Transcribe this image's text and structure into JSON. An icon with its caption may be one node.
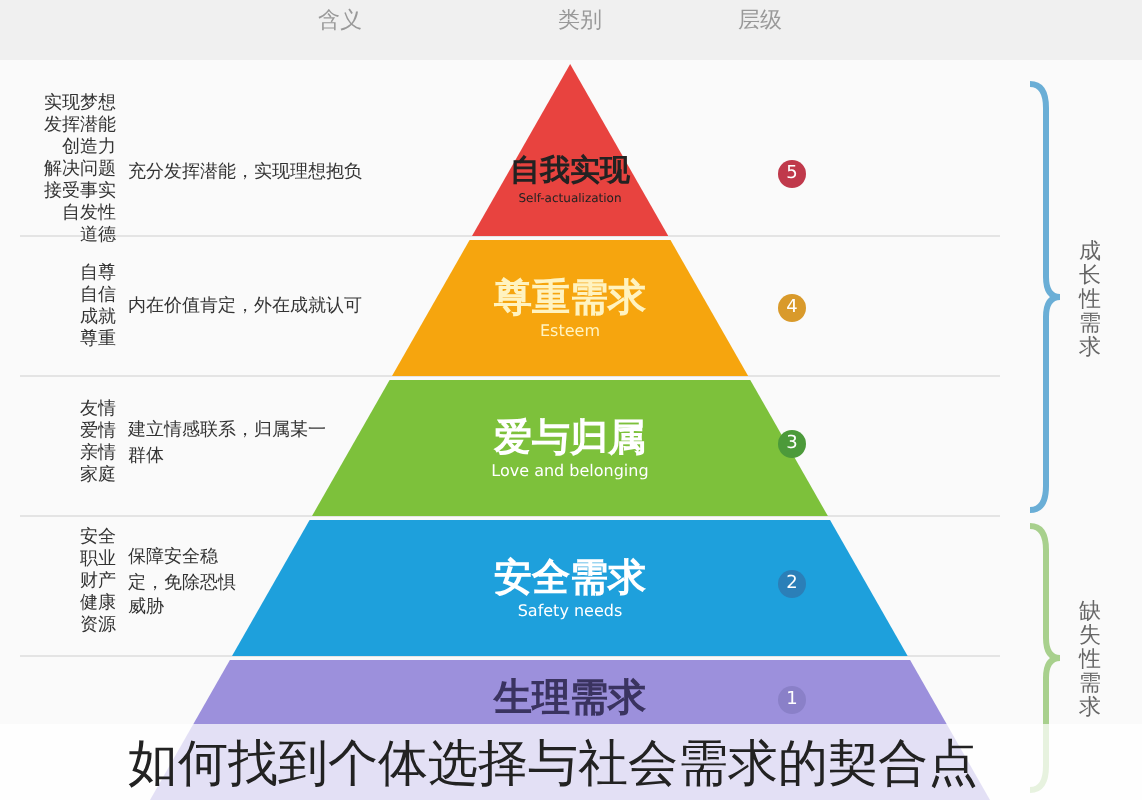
{
  "diagram": {
    "caption": "如何找到个体选择与社会需求的契合点",
    "nodes": [
      {
        "text": [
          "自我实现",
          "Self-actualization"
        ]
      },
      {
        "text": [
          "尊重需求",
          "Esteem"
        ]
      },
      {
        "text": [
          "爱与归属",
          "Love and belonging"
        ]
      },
      {
        "text": [
          "安全需求",
          "Safety needs"
        ]
      },
      {
        "text": [
          "生理需求"
        ]
      }
    ],
    "labels": [
      "含义",
      "类别",
      "层级",
      "实现梦想",
      "发挥潜能",
      "创造力",
      "解决问题",
      "接受事实",
      "自发性",
      "道德",
      "充分发挥潜能，实现理想抱负",
      "5",
      "自尊",
      "自信",
      "成就",
      "尊重",
      "内在价值肯定，外在成就认可",
      "4",
      "友情",
      "爱情",
      "亲情",
      "家庭",
      "建立情感联系，归属某一群体",
      "3",
      "安全",
      "职业",
      "财产",
      "健康",
      "资源",
      "保障安全稳定，免除恐惧威胁",
      "2",
      "1",
      "成长性需求",
      "缺失性需求"
    ]
  }
}
